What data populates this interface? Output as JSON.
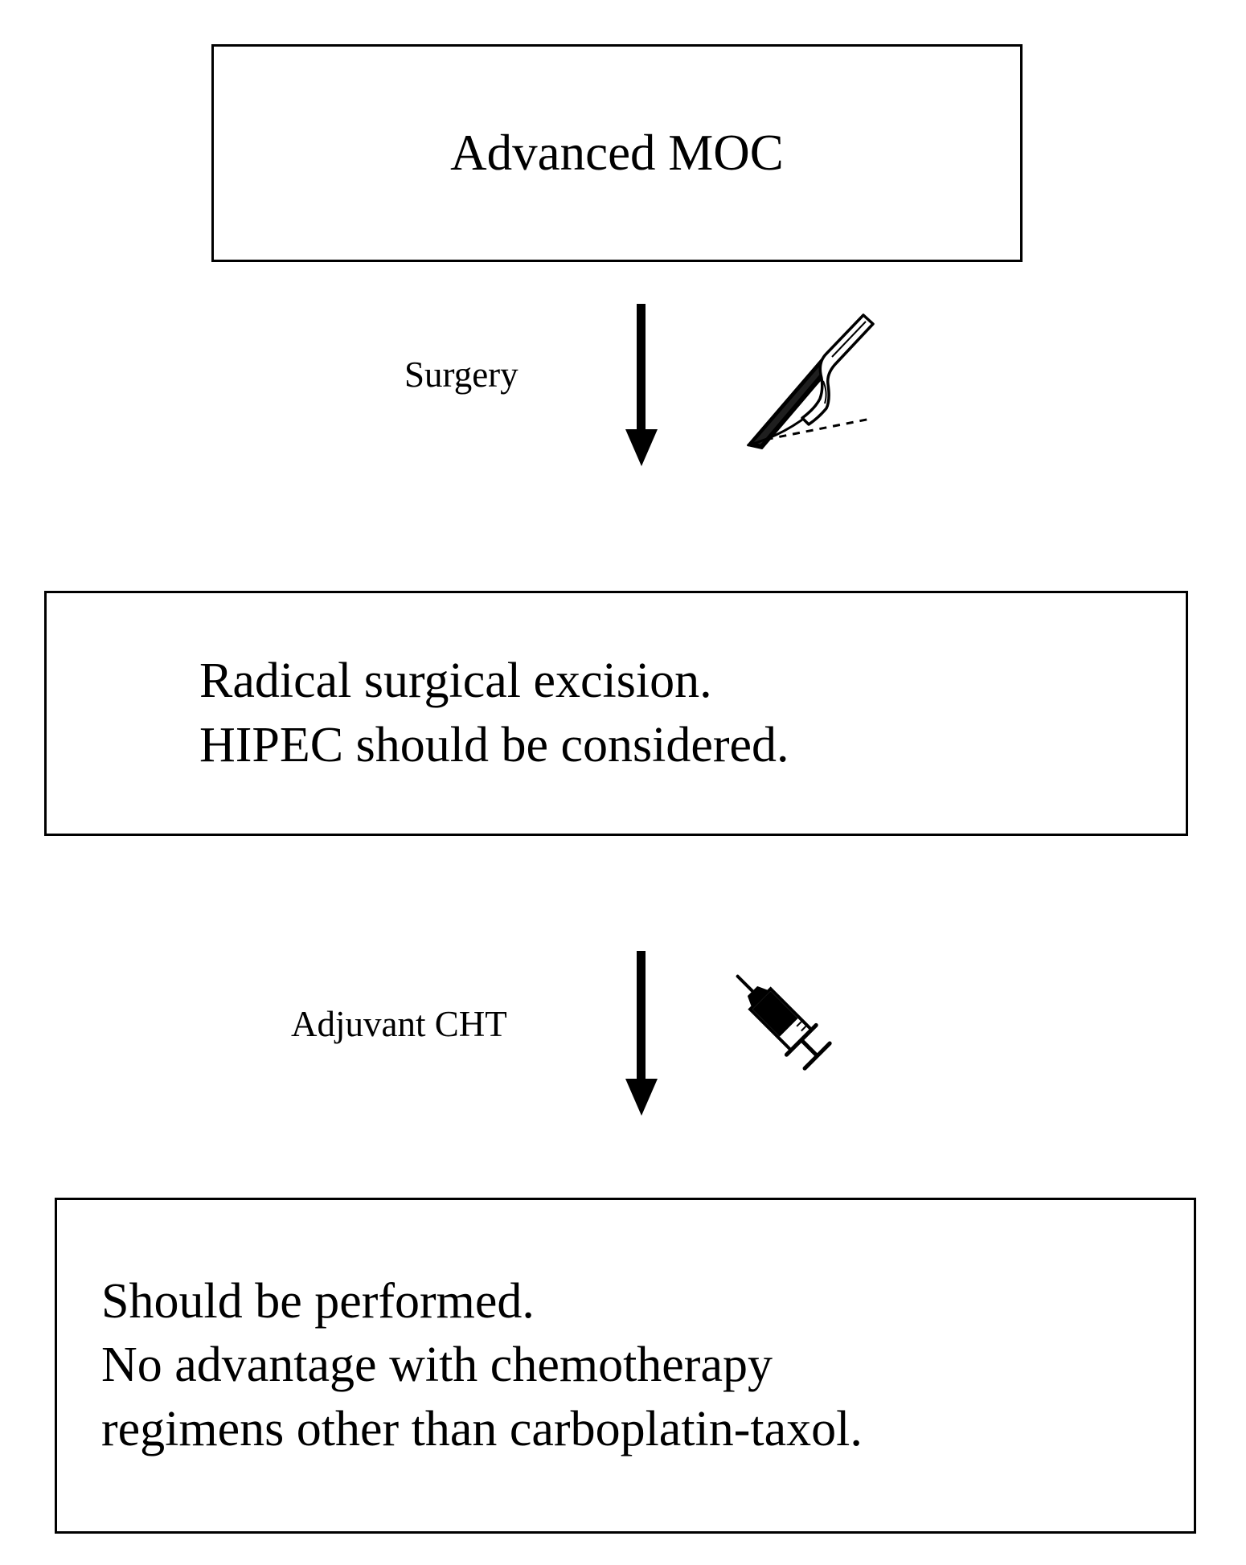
{
  "diagram": {
    "title": "Advanced MOC treatment flowchart",
    "orientation": "vertical",
    "stroke_color": "#000000",
    "background_color": "#ffffff",
    "nodes": [
      {
        "id": "advanced-moc",
        "lines": [
          "Advanced MOC"
        ],
        "align": "center"
      },
      {
        "id": "surgery-detail",
        "lines": [
          "Radical surgical excision.",
          "HIPEC should be considered."
        ],
        "align": "left"
      },
      {
        "id": "cht-detail",
        "lines": [
          "Should be performed.",
          "No advantage with chemotherapy",
          "regimens other than carboplatin-taxol."
        ],
        "align": "left"
      }
    ],
    "edges": [
      {
        "id": "edge-surgery",
        "label": "Surgery",
        "icon": "scalpel-icon",
        "from": "advanced-moc",
        "to": "surgery-detail"
      },
      {
        "id": "edge-adjuvant-cht",
        "label": "Adjuvant CHT",
        "icon": "syringe-icon",
        "from": "surgery-detail",
        "to": "cht-detail"
      }
    ]
  }
}
